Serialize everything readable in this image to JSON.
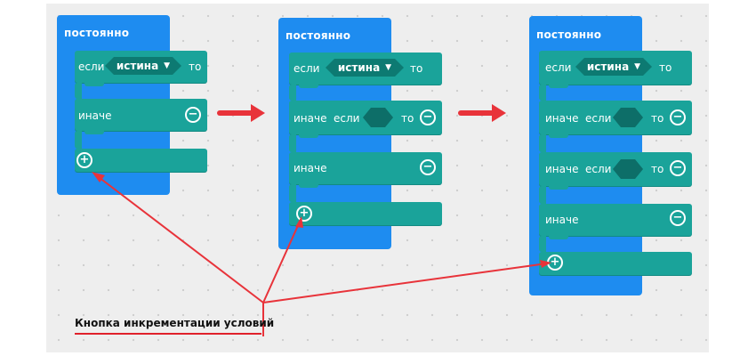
{
  "blocks": {
    "forever_label": "постоянно",
    "if_label": "если",
    "then_label": "то",
    "else_label": "иначе",
    "else_if_else": "иначе",
    "else_if_if": "если",
    "condition_value": "истина",
    "caret": "▼",
    "remove_symbol": "−",
    "add_symbol": "+"
  },
  "annotation": {
    "caption": "Кнопка инкрементации условий"
  },
  "colors": {
    "forever_block": "#1e8cf0",
    "if_block": "#1aa39a",
    "condition_slot": "#0d6e68",
    "arrow": "#e8333a",
    "workspace": "#eeeeee"
  },
  "icons": [
    "minus-circle-icon",
    "plus-circle-icon",
    "chevron-down-icon",
    "red-arrow-icon"
  ]
}
